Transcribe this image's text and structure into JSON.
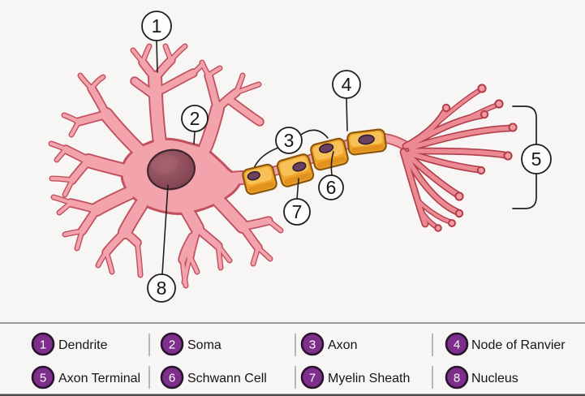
{
  "figure": {
    "type": "labeled-diagram",
    "subject": "Neuron anatomy diagram with numbered callouts"
  },
  "colors": {
    "background": "#f7f6f5",
    "neuron_pink": "#f2a3ac",
    "neuron_outline": "#c2505e",
    "terminal_pink": "#ec8a93",
    "terminal_outline": "#b23d4b",
    "myelin_yellow": "#f0a428",
    "myelin_outline": "#8a5711",
    "nucleus_maroon": "#8a4a58",
    "legend_badge": "#7d2f8b",
    "legend_badge_outline": "#28142c",
    "callout_line": "#1f1f1f"
  },
  "callouts": [
    {
      "number": "1",
      "target": "dendrite"
    },
    {
      "number": "2",
      "target": "soma"
    },
    {
      "number": "3",
      "target": "axon"
    },
    {
      "number": "4",
      "target": "node-of-ranvier"
    },
    {
      "number": "5",
      "target": "axon-terminal"
    },
    {
      "number": "6",
      "target": "schwann-cell"
    },
    {
      "number": "7",
      "target": "myelin-sheath"
    },
    {
      "number": "8",
      "target": "nucleus"
    }
  ],
  "legend": {
    "items": [
      {
        "number": "1",
        "label": "Dendrite"
      },
      {
        "number": "2",
        "label": "Soma"
      },
      {
        "number": "3",
        "label": "Axon"
      },
      {
        "number": "4",
        "label": "Node of Ranvier"
      },
      {
        "number": "5",
        "label": "Axon Terminal"
      },
      {
        "number": "6",
        "label": "Schwann Cell"
      },
      {
        "number": "7",
        "label": "Myelin Sheath"
      },
      {
        "number": "8",
        "label": "Nucleus"
      }
    ]
  }
}
